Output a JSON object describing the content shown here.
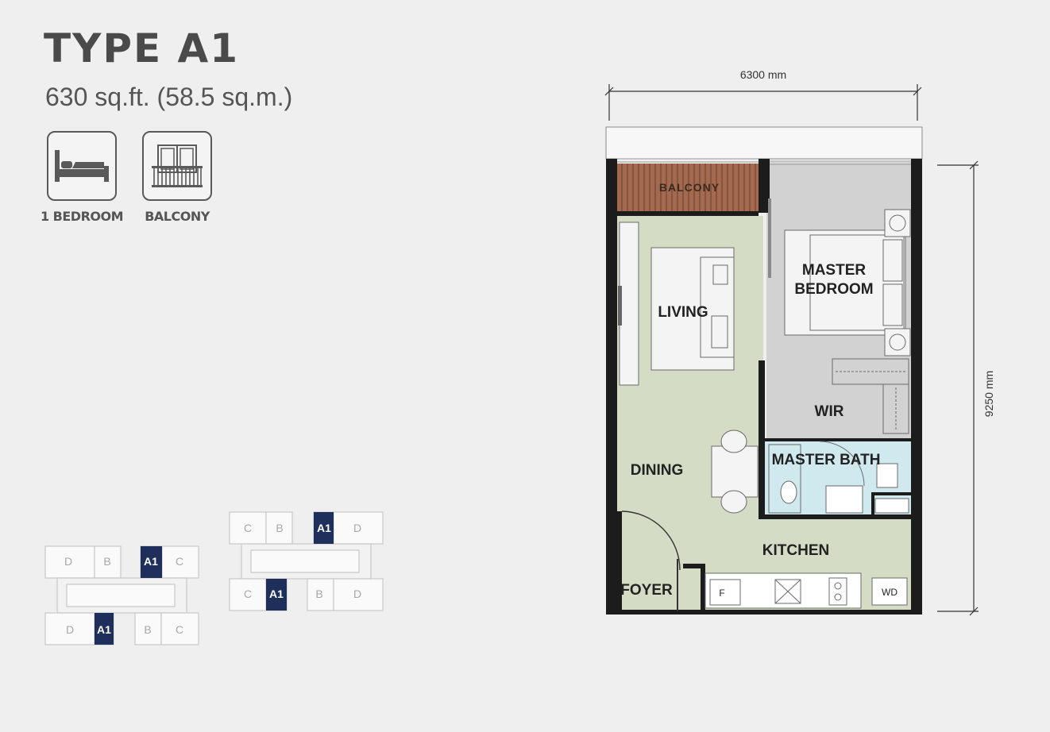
{
  "unit": {
    "title": "TYPE A1",
    "area": "630 sq.ft. (58.5 sq.m.)"
  },
  "features": [
    {
      "icon": "bed-icon",
      "label": "1 BEDROOM"
    },
    {
      "icon": "balcony-icon",
      "label": "BALCONY"
    }
  ],
  "dimensions": {
    "width": "6300 mm",
    "depth": "9250 mm"
  },
  "rooms": {
    "balcony": "BALCONY",
    "master_bedroom_line1": "MASTER",
    "master_bedroom_line2": "BEDROOM",
    "living": "LIVING",
    "wir": "WIR",
    "dining": "DINING",
    "master_bath": "MASTER BATH",
    "kitchen": "KITCHEN",
    "foyer": "FOYER",
    "fridge": "F",
    "washer_dryer": "WD"
  },
  "key_plan": {
    "left_block": {
      "top": [
        "D",
        "B",
        "A1",
        "C"
      ],
      "bottom": [
        "D",
        "A1",
        "B",
        "C"
      ]
    },
    "right_block": {
      "top": [
        "C",
        "B",
        "A1",
        "D"
      ],
      "bottom": [
        "C",
        "A1",
        "B",
        "D"
      ]
    },
    "highlight_color": "#1f2f5c"
  },
  "colors": {
    "wall": "#1c1c1c",
    "living_floor": "#d4dcc6",
    "bedroom_floor": "#d2d2d2",
    "bath_floor": "#cfe9ee",
    "balcony_floor": "#a46a50"
  }
}
